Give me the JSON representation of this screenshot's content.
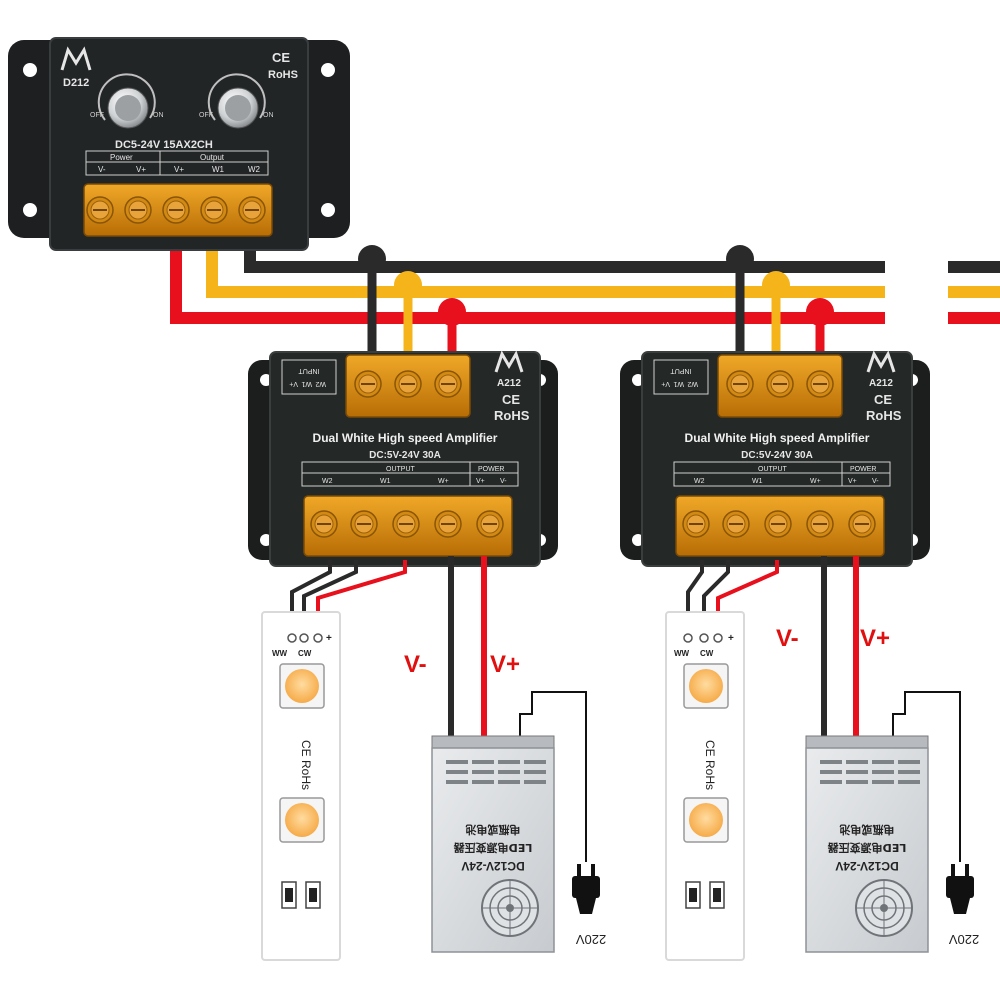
{
  "colors": {
    "wire_black": "#2a2a2a",
    "wire_yellow": "#f4b41a",
    "wire_red": "#e8101c",
    "device_body": "#1f2322",
    "terminal_amber": "#d88d0a",
    "label_red": "#e01010"
  },
  "dimmer": {
    "brand": "D212",
    "ce": "CE",
    "rohs": "RoHS",
    "knob_off": "OFF",
    "knob_on": "ON",
    "rating": "DC5-24V  15AX2CH",
    "group_power": "Power",
    "group_output": "Output",
    "terminals": [
      "V-",
      "V+",
      "V+",
      "W1",
      "W2"
    ]
  },
  "amplifiers": [
    {
      "model": "A212",
      "ce": "CE",
      "rohs": "RoHS",
      "input_label": "INPUT",
      "input_terminals": [
        "W2",
        "W1",
        "V+"
      ],
      "title": "Dual White High speed Amplifier",
      "rating": "DC:5V-24V 30A",
      "group_output": "OUTPUT",
      "group_power": "POWER",
      "terminals": [
        "W2",
        "W1",
        "W+",
        "V+",
        "V-"
      ]
    },
    {
      "model": "A212",
      "ce": "CE",
      "rohs": "RoHS",
      "input_label": "INPUT",
      "input_terminals": [
        "W2",
        "W1",
        "V+"
      ],
      "title": "Dual White High speed Amplifier",
      "rating": "DC:5V-24V 30A",
      "group_output": "OUTPUT",
      "group_power": "POWER",
      "terminals": [
        "W2",
        "W1",
        "W+",
        "V+",
        "V-"
      ]
    }
  ],
  "strips": [
    {
      "pin_ww": "WW",
      "pin_cw": "CW",
      "pin_plus": "+",
      "cert": "CE RoHs"
    },
    {
      "pin_ww": "WW",
      "pin_cw": "CW",
      "pin_plus": "+",
      "cert": "CE RoHs"
    }
  ],
  "psus": [
    {
      "label_vminus": "V-",
      "label_vplus": "V+",
      "line1": "DC12V-24V",
      "line2": "LED电源变压器",
      "line3": "电瓶或电池",
      "mains": "220V"
    },
    {
      "label_vminus": "V-",
      "label_vplus": "V+",
      "line1": "DC12V-24V",
      "line2": "LED电源变压器",
      "line3": "电瓶或电池",
      "mains": "220V"
    }
  ]
}
